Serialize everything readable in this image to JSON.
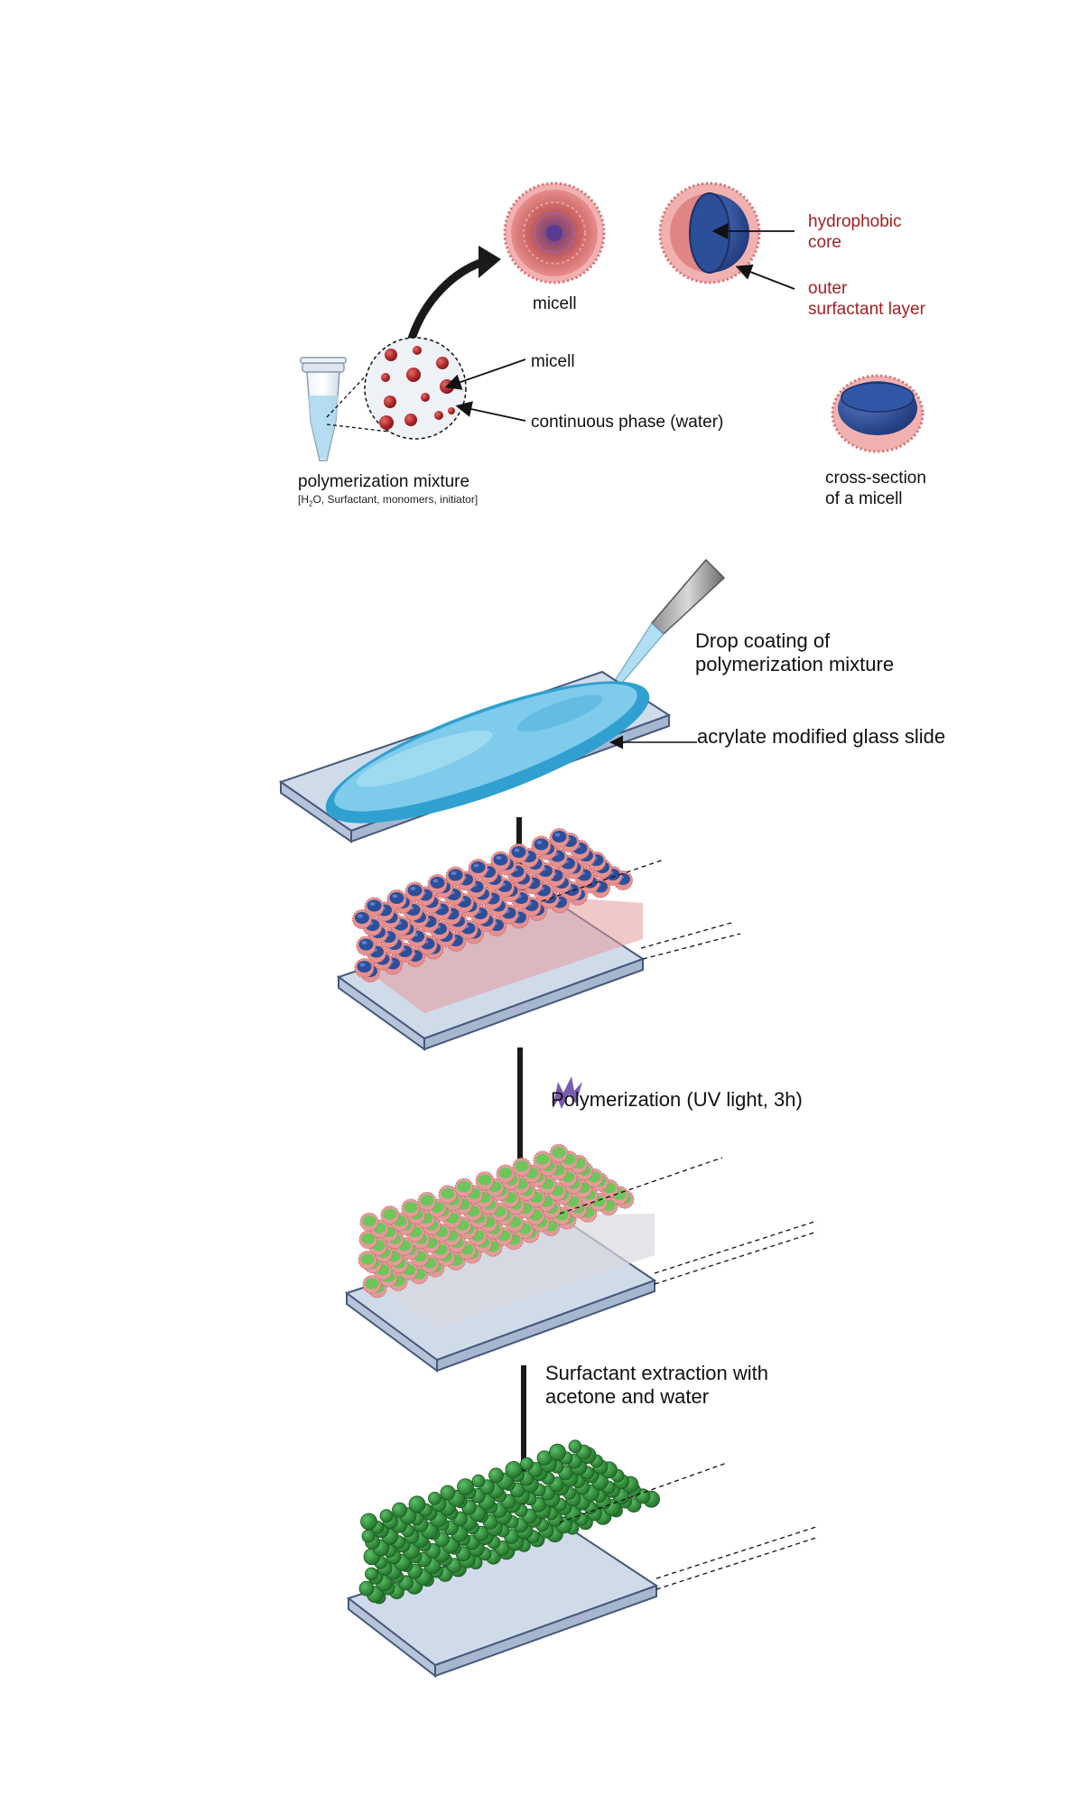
{
  "top_panel": {
    "micell_title": "micell",
    "hydrophobic_core_line1": "hydrophobic",
    "hydrophobic_core_line2": "core",
    "outer_layer_line1": "outer",
    "outer_layer_line2": "surfactant layer",
    "zoom_micell_label": "micell",
    "continuous_phase_label": "continuous phase (water)",
    "mixture_title": "polymerization mixture",
    "mixture_sub_pre": "[H",
    "mixture_sub_2": "2",
    "mixture_sub_post": "O, Surfactant, monomers, initiator]",
    "cross_section_line1": "cross-section",
    "cross_section_line2": "of a micell"
  },
  "steps": {
    "drop_coating_line1": "Drop coating of",
    "drop_coating_line2": "polymerization mixture",
    "glass_slide_label": "acrylate modified glass slide",
    "polymerization_label": "Polymerization (UV light, 3h)",
    "extraction_line1": "Surfactant extraction with",
    "extraction_line2": "acetone and water"
  },
  "colors": {
    "micell_red": "#b22a2a",
    "core_blue": "#2d4f9a",
    "shell_pink": "#e07e7e",
    "slide_fill": "#c9d4e6",
    "slide_edge": "#46597c",
    "solution_blue": "#5fb8dc",
    "polymer_green": "#6cc65a",
    "particle_green": "#2e8a37",
    "uv_purple": "#7a5bb0"
  }
}
